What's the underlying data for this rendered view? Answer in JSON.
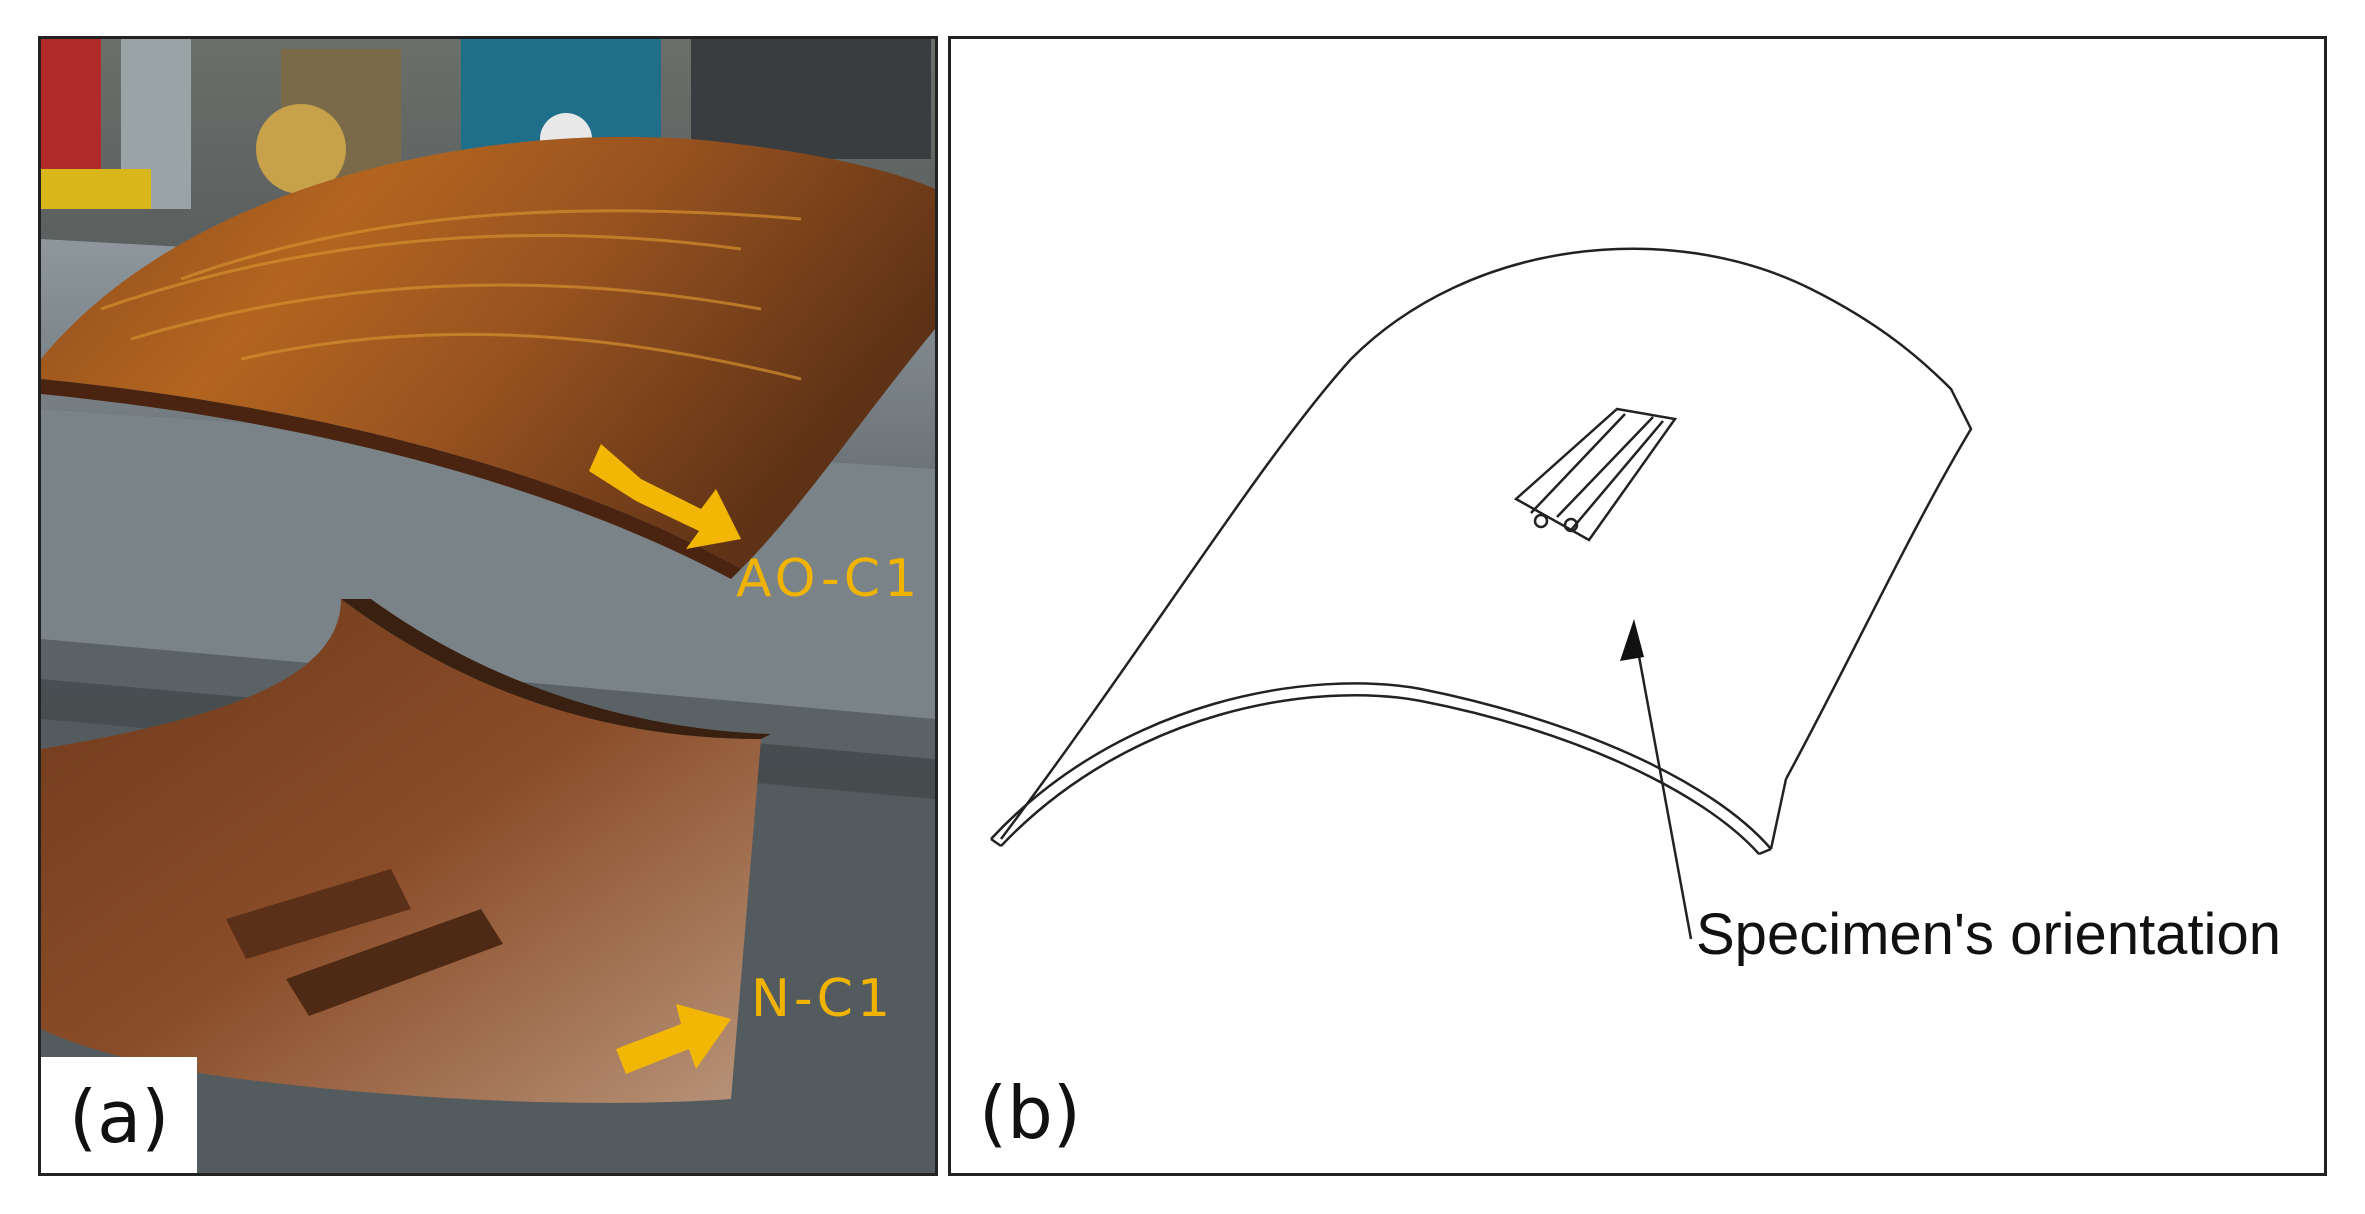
{
  "panel_a": {
    "label": "(a)",
    "callouts": [
      {
        "id": "ao",
        "text": "AO-C1"
      },
      {
        "id": "n",
        "text": "N-C1"
      }
    ],
    "arrow_color": "#f2b705"
  },
  "panel_b": {
    "label": "(b)",
    "annotation": "Specimen's orientation"
  }
}
